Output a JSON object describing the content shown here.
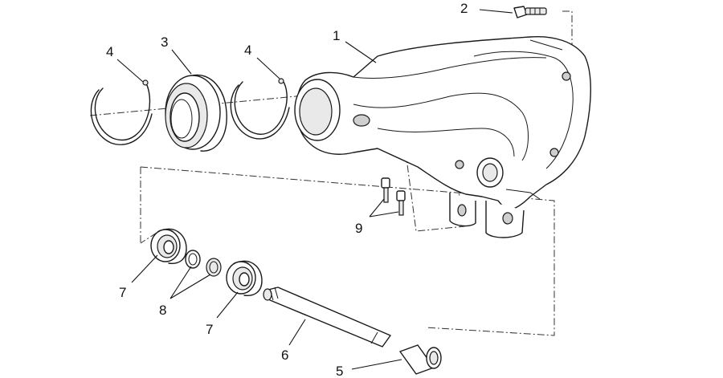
{
  "callouts": {
    "c1": "1",
    "c2": "2",
    "c3": "3",
    "c4a": "4",
    "c4b": "4",
    "c5": "5",
    "c6": "6",
    "c7a": "7",
    "c7b": "7",
    "c8": "8",
    "c9": "9"
  },
  "colors": {
    "line": "#1a1a1a",
    "background": "#ffffff"
  }
}
